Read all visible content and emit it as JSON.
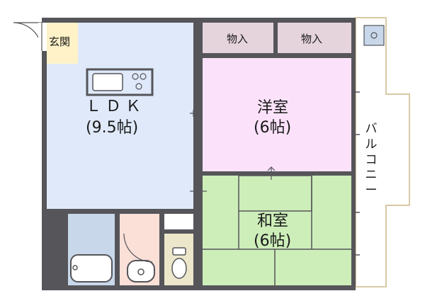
{
  "rooms": {
    "entrance": {
      "label": "玄関"
    },
    "ldk": {
      "name": "ＬＤＫ",
      "size": "(9.5帖)"
    },
    "storage_left": {
      "label": "物入"
    },
    "storage_right": {
      "label": "物入"
    },
    "western_room": {
      "name": "洋室",
      "size": "(6帖)"
    },
    "japanese_room": {
      "name": "和室",
      "size": "(6帖)"
    },
    "balcony": {
      "label_chars": [
        "バ",
        "ル",
        "コ",
        "ニ",
        "ー"
      ]
    }
  },
  "colors": {
    "wall": "#55555a",
    "ldk": "#dfe9fa",
    "western": "#fbe2fa",
    "japanese": "#cdeeb9",
    "storage": "#e6d4dc",
    "entrance": "#fff2c8",
    "bath": "#c8d8ea",
    "washroom": "#fbe0d8",
    "toilet": "#ece7cb",
    "balcony": "#ffffff"
  }
}
